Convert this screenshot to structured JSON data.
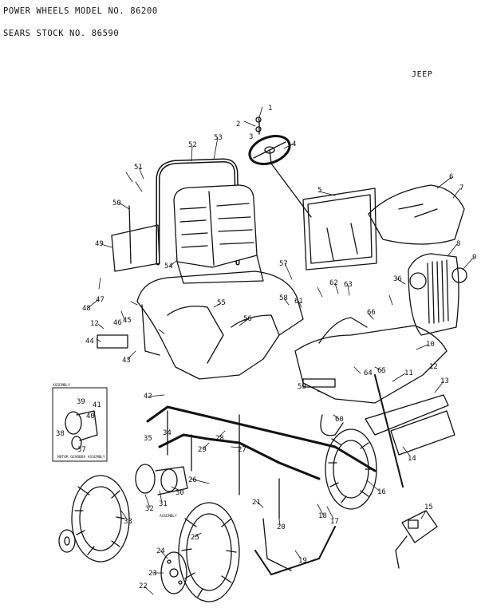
{
  "header": {
    "model_line": "POWER WHEELS MODEL NO. 86200",
    "stock_line": "SEARS STOCK NO.  86590",
    "vehicle": "JEEP"
  },
  "inset": {
    "title": "ASSEMBLY",
    "caption": "MOTOR GEARBOX ASSEMBLY"
  },
  "bottom_note": "ASSEMBLY",
  "callouts": [
    "1",
    "2",
    "3",
    "4",
    "5",
    "6",
    "7",
    "8",
    "9",
    "10",
    "11",
    "12",
    "13",
    "14",
    "15",
    "16",
    "17",
    "18",
    "19",
    "20",
    "21",
    "22",
    "23",
    "24",
    "25",
    "26",
    "27",
    "28",
    "29",
    "30",
    "31",
    "32",
    "33",
    "34",
    "35",
    "36",
    "37",
    "38",
    "39",
    "40",
    "41",
    "42",
    "43",
    "44",
    "45",
    "46",
    "47",
    "48",
    "49",
    "50",
    "51",
    "52",
    "53",
    "54",
    "55",
    "56",
    "57",
    "58",
    "59",
    "60",
    "61",
    "62",
    "63",
    "64",
    "65",
    "66"
  ]
}
